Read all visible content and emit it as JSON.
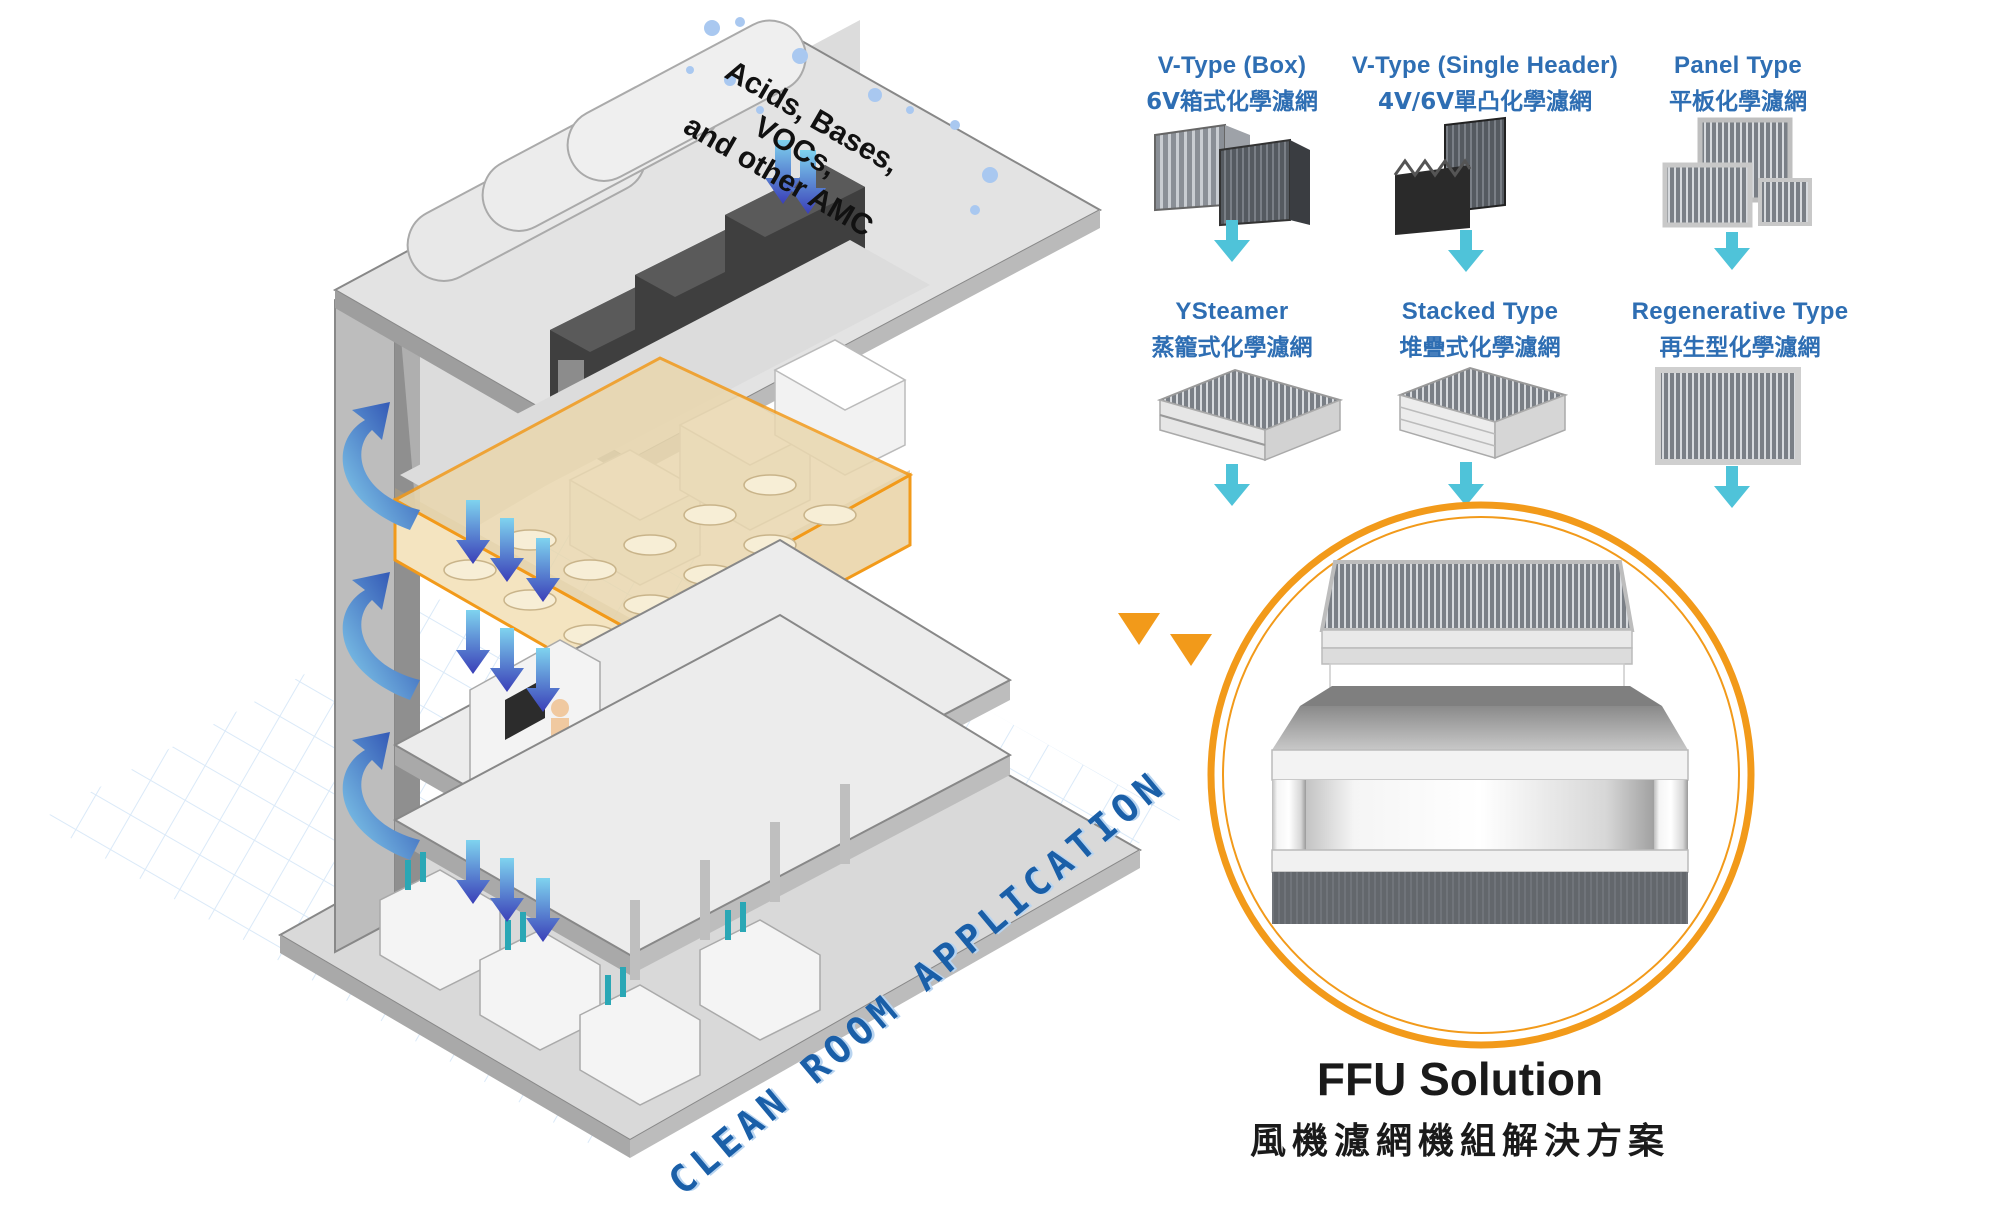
{
  "amc_label": {
    "line1": "Acids, Bases, VOCs,",
    "line2": "and other AMC"
  },
  "clean_room_label": "CLEAN ROOM APPLICATION",
  "filters": [
    {
      "en": "V-Type (Box)",
      "zh": "6V箱式化學濾網"
    },
    {
      "en": "V-Type (Single Header)",
      "zh": "4V/6V單凸化學濾網"
    },
    {
      "en": "Panel Type",
      "zh": "平板化學濾網"
    },
    {
      "en": "YSteamer",
      "zh": "蒸籠式化學濾網"
    },
    {
      "en": "Stacked Type",
      "zh": "堆疊式化學濾網"
    },
    {
      "en": "Regenerative Type",
      "zh": "再生型化學濾網"
    }
  ],
  "ffu": {
    "title": "FFU Solution",
    "subtitle": "風機濾網機組解決方案"
  },
  "colors": {
    "label_blue": "#2e6eb3",
    "arrow_cyan": "#4fc3d9",
    "orange": "#f29a1a",
    "airflow_blue": "#3a52c4",
    "grid": "#cfe2f5"
  }
}
